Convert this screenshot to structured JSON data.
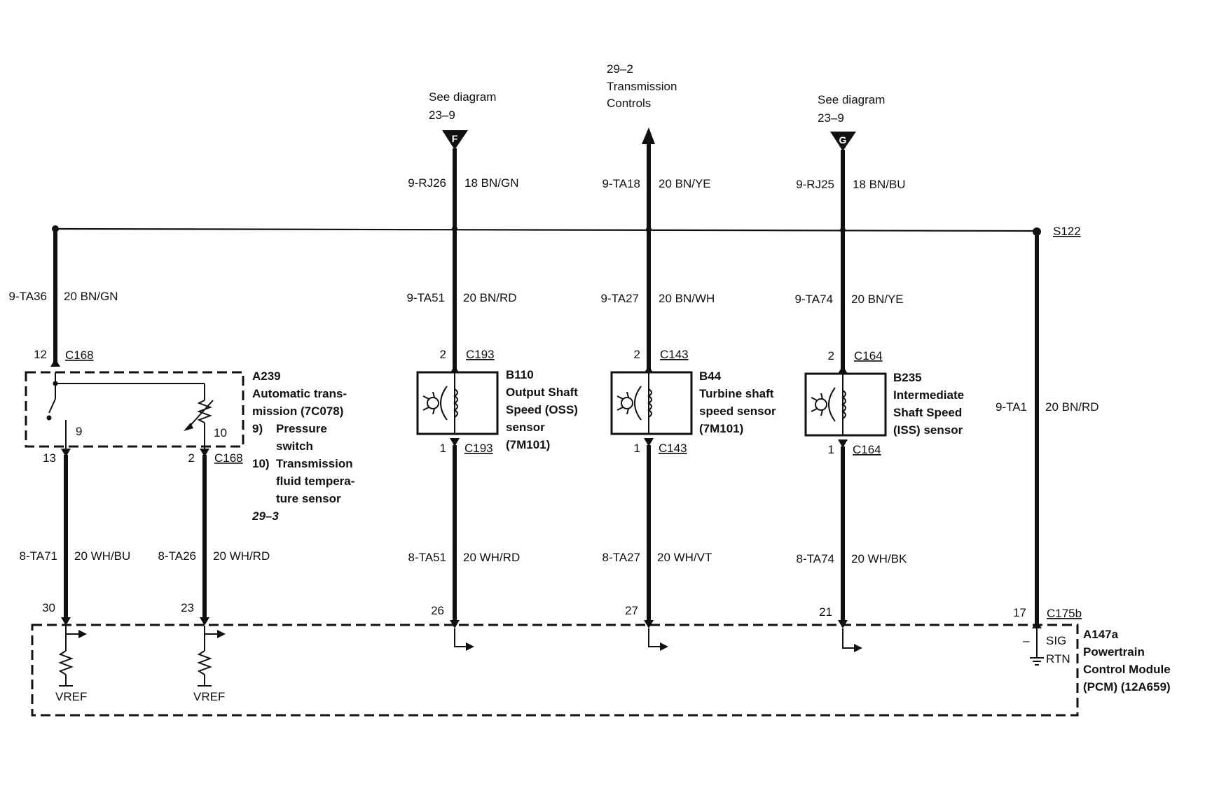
{
  "feeds": {
    "f": {
      "line1": "See diagram",
      "line2": "23–9",
      "letter": "F"
    },
    "g": {
      "line1": "See diagram",
      "line2": "23–9",
      "letter": "G"
    },
    "trans": {
      "line1": "29–2",
      "line2": "Transmission",
      "line3": "Controls"
    }
  },
  "splice": "S122",
  "top_wires": [
    {
      "id": "9-RJ26",
      "spec": "18 BN/GN"
    },
    {
      "id": "9-TA18",
      "spec": "20 BN/YE"
    },
    {
      "id": "9-RJ25",
      "spec": "18 BN/BU"
    }
  ],
  "mid_wires": [
    {
      "id": "9-TA36",
      "spec": "20 BN/GN"
    },
    {
      "id": "9-TA51",
      "spec": "20 BN/RD"
    },
    {
      "id": "9-TA27",
      "spec": "20 BN/WH"
    },
    {
      "id": "9-TA74",
      "spec": "20 BN/YE"
    },
    {
      "id": "9-TA1",
      "spec": "20 BN/RD"
    }
  ],
  "bottom_wires": [
    {
      "id": "8-TA71",
      "spec": "20 WH/BU"
    },
    {
      "id": "8-TA26",
      "spec": "20 WH/RD"
    },
    {
      "id": "8-TA51",
      "spec": "20 WH/RD"
    },
    {
      "id": "8-TA27",
      "spec": "20 WH/VT"
    },
    {
      "id": "8-TA74",
      "spec": "20 WH/BK"
    }
  ],
  "connectors": {
    "c168_top": {
      "pin": "12",
      "name": "C168"
    },
    "c193_top": {
      "pin": "2",
      "name": "C193"
    },
    "c143_top": {
      "pin": "2",
      "name": "C143"
    },
    "c164_top": {
      "pin": "2",
      "name": "C164"
    },
    "c168_bot": {
      "pin_a": "13",
      "pin_b": "2",
      "name": "C168"
    },
    "c193_bot": {
      "pin": "1",
      "name": "C193"
    },
    "c143_bot": {
      "pin": "1",
      "name": "C143"
    },
    "c164_bot": {
      "pin": "1",
      "name": "C164"
    }
  },
  "a239": {
    "id": "A239",
    "title1": "Automatic trans-",
    "title2": "mission (7C078)",
    "item9_num": "9)",
    "item9_l1": "Pressure",
    "item9_l2": "switch",
    "item10_num": "10)",
    "item10_l1": "Transmission",
    "item10_l2": "fluid tempera-",
    "item10_l3": "ture sensor",
    "ref": "29–3",
    "pin9": "9",
    "pin10": "10"
  },
  "sensors": {
    "b110": {
      "id": "B110",
      "l1": "Output Shaft",
      "l2": "Speed (OSS)",
      "l3": "sensor",
      "l4": "(7M101)"
    },
    "b44": {
      "id": "B44",
      "l1": "Turbine shaft",
      "l2": "speed sensor",
      "l3": "(7M101)"
    },
    "b235": {
      "id": "B235",
      "l1": "Intermediate",
      "l2": "Shaft Speed",
      "l3": "(ISS) sensor"
    }
  },
  "pcm": {
    "id": "A147a",
    "l1": "Powertrain",
    "l2": "Control Module",
    "l3": "(PCM) (12A659)",
    "connector": "C175b",
    "pins": [
      "30",
      "23",
      "26",
      "27",
      "21",
      "17"
    ],
    "sig": "SIG",
    "rtn": "RTN",
    "minus": "–",
    "vref1": "VREF",
    "vref2": "VREF"
  }
}
